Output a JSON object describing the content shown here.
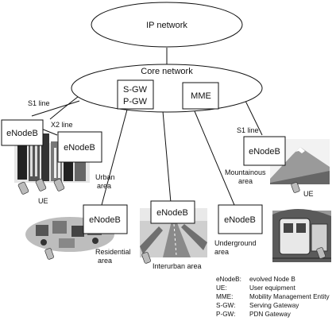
{
  "nodes": {
    "ip_network": "IP network",
    "core_network": "Core network",
    "sgw_line1": "S-GW",
    "sgw_line2": "P-GW",
    "mme": "MME",
    "enodeb": "eNodeB"
  },
  "links": {
    "s1_left": "S1 line",
    "s1_right": "S1 line",
    "x2": "X2 line"
  },
  "areas": {
    "urban_line1": "Urban",
    "urban_line2": "area",
    "mountainous_line1": "Mountainous",
    "mountainous_line2": "area",
    "residential_line1": "Residential",
    "residential_line2": "area",
    "interurban": "Interurban area",
    "underground_line1": "Underground",
    "underground_line2": "area"
  },
  "ue_labels": {
    "left": "UE",
    "right": "UE"
  },
  "legend": [
    {
      "key": "eNodeB:",
      "value": "evolved Node B"
    },
    {
      "key": "UE:",
      "value": "User equipment"
    },
    {
      "key": "MME:",
      "value": "Mobility Management Entity"
    },
    {
      "key": "S-GW:",
      "value": "Serving Gateway"
    },
    {
      "key": "P-GW:",
      "value": "PDN Gateway"
    }
  ]
}
